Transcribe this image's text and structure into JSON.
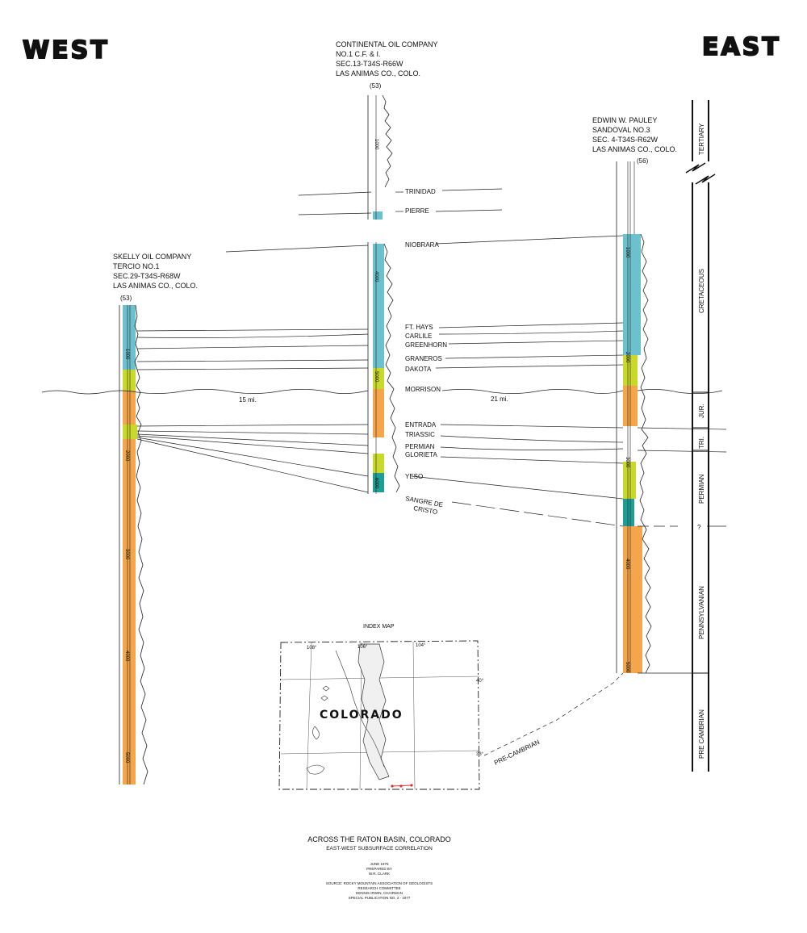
{
  "header": {
    "west": "WEST",
    "east": "EAST"
  },
  "wells": [
    {
      "id": "skelly",
      "lines": [
        "SKELLY OIL COMPANY",
        "TERCIO NO.1",
        "SEC.29-T34S-R68W",
        "LAS ANIMAS CO., COLO."
      ],
      "number": "(53)",
      "depths": [
        "1000",
        "2000",
        "3000",
        "4000",
        "5000"
      ]
    },
    {
      "id": "continental",
      "lines": [
        "CONTINENTAL OIL COMPANY",
        "NO.1 C.F. & I.",
        "SEC.13-T34S-R66W",
        "LAS ANIMAS CO., COLO."
      ],
      "number": "(53)",
      "depths": [
        "1000",
        "4000",
        "5000",
        "6000"
      ]
    },
    {
      "id": "pauley",
      "lines": [
        "EDWIN W. PAULEY",
        "SANDOVAL NO.3",
        "SEC. 4-T34S-R62W",
        "LAS ANIMAS CO., COLO."
      ],
      "number": "(56)",
      "depths": [
        "1000",
        "2000",
        "3000",
        "4000",
        "5000"
      ]
    }
  ],
  "formations": [
    "TRINIDAD",
    "PIERRE",
    "NIOBRARA",
    "FT. HAYS",
    "CARLILE",
    "GREENHORN",
    "GRANEROS",
    "DAKOTA",
    "MORRISON",
    "ENTRADA",
    "TRIASSIC",
    "PERMIAN",
    "GLORIETA",
    "YESO",
    "SANGRE DE",
    "CRISTO"
  ],
  "distances": [
    "15 mi.",
    "21 mi."
  ],
  "periods": [
    "TERTIARY",
    "CRETACEOUS",
    "JUR.",
    "TRI.",
    "PERMIAN",
    "PENNSYLVANIAN",
    "PRE CAMBRIAN"
  ],
  "question_mark": "?",
  "precambrian_label": "PRE-CAMBRIAN",
  "index_map": {
    "title": "INDEX MAP",
    "state": "COLORADO",
    "longitudes": [
      "108°",
      "106°",
      "104°"
    ],
    "latitudes": [
      "40°",
      "38°"
    ]
  },
  "footer": {
    "title": "ACROSS THE RATON BASIN, COLORADO",
    "subtitle": "EAST-WEST SUBSURFACE CORRELATION",
    "credits": [
      "JUNE 1976",
      "PREPARED BY",
      "W.R. CLARK",
      "SOURCE: ROCKY MOUNTAIN ASSOCIATION OF GEOLOGISTS",
      "RESEARCH COMMITTEE",
      "DENNIS IRWIN, CHAIRMAN",
      "SPECIAL PUBLICATION NO. 2 - 1977"
    ]
  },
  "colors": {
    "cretaceous_shale": "#6cc1cf",
    "sand": "#c9d92b",
    "redbed": "#f6a64a",
    "teal": "#1f9e96",
    "line": "#222222"
  }
}
